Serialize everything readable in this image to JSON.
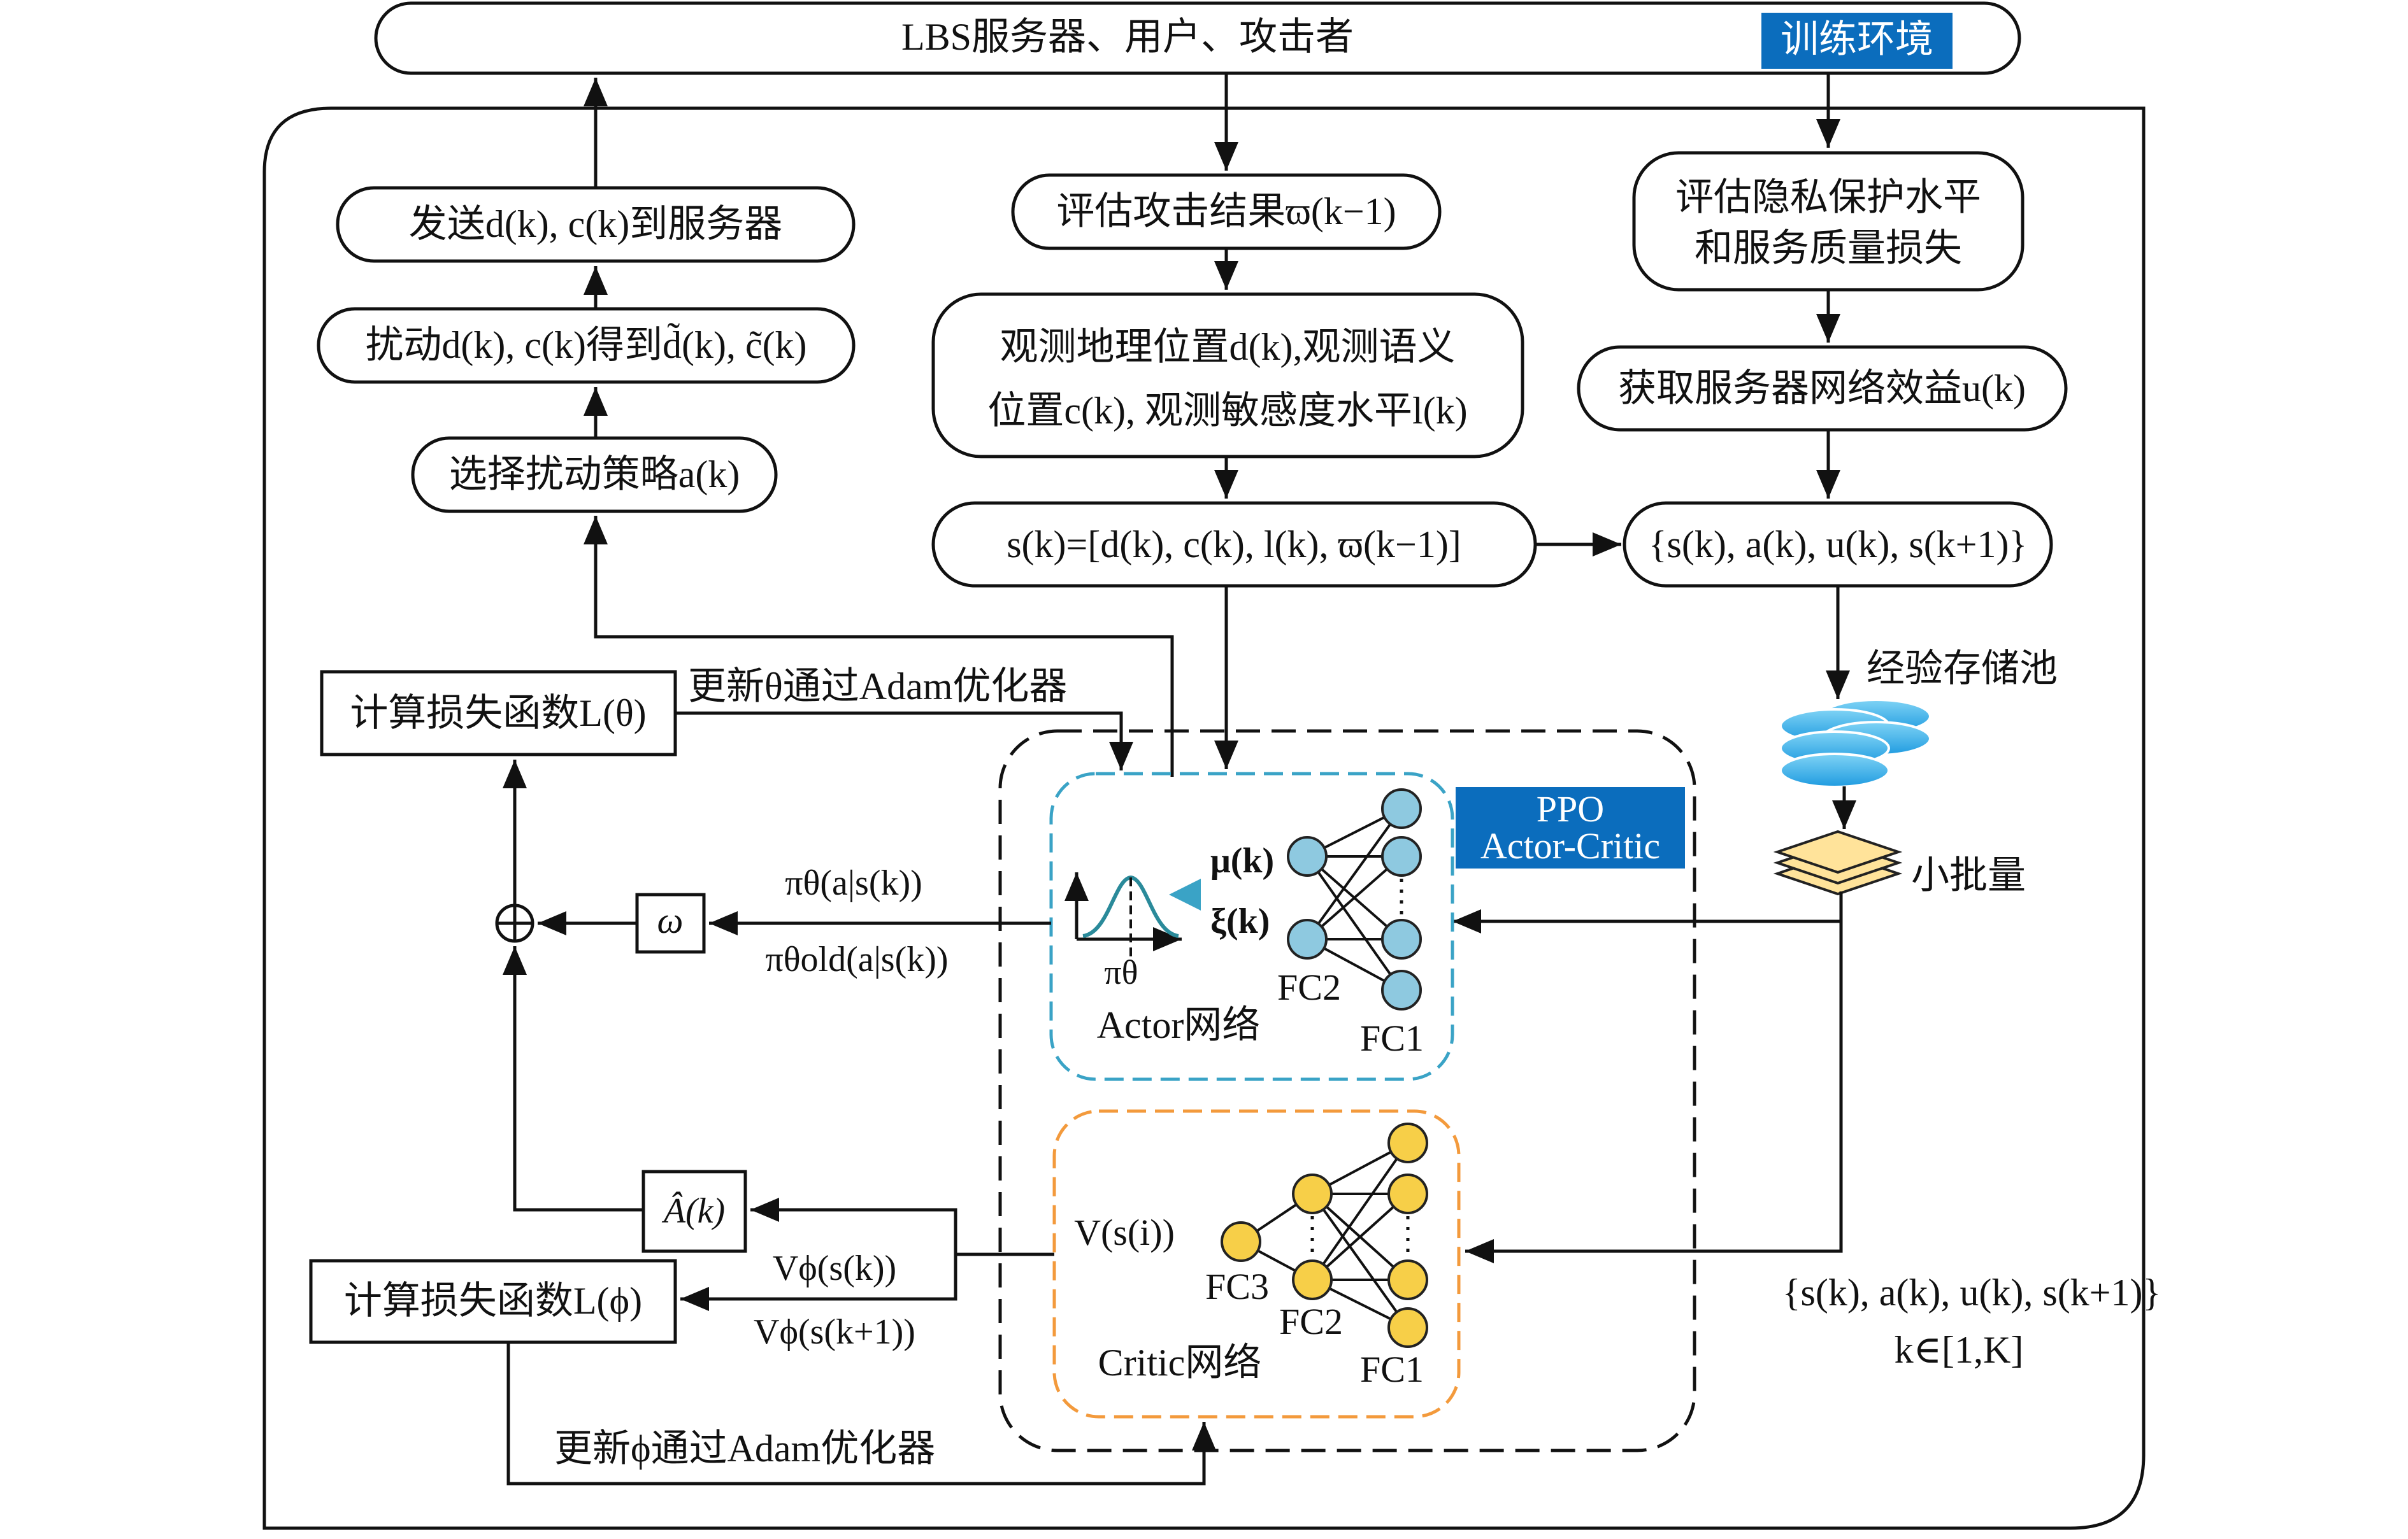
{
  "env": {
    "top_label": "LBS服务器、用户、攻击者",
    "badge": "训练环境",
    "badge_color": "#0b6dbd"
  },
  "left_col": {
    "send": "发送d(k), c(k)到服务器",
    "perturb": "扰动d(k), c(k)得到d̃(k), c̃(k)",
    "select": "选择扰动策略a(k)"
  },
  "mid_col": {
    "evaluate_attack": "评估攻击结果ϖ(k−1)",
    "observe_line1": "观测地理位置d(k),观测语义",
    "observe_line2": "位置c(k), 观测敏感度水平l(k)",
    "state": "s(k)=[d(k), c(k), l(k), ϖ(k−1)]"
  },
  "right_col": {
    "privacy_line1": "评估隐私保护水平",
    "privacy_line2": "和服务质量损失",
    "utility": "获取服务器网络效益u(k)",
    "tuple": "{s(k), a(k), u(k), s(k+1)}",
    "replay": "经验存储池",
    "minibatch": "小批量",
    "tuple_bottom": "{s(k), a(k), u(k), s(k+1)}",
    "k_range": "k∈[1,K]"
  },
  "ppo": {
    "badge_line1": "PPO",
    "badge_line2": "Actor-Critic",
    "badge_color": "#0b6dbd",
    "actor_label": "Actor网络",
    "critic_label": "Critic网络",
    "mu": "μ(k)",
    "xi": "ξ(k)",
    "pi_theta": "πθ",
    "fc1": "FC1",
    "fc2": "FC2",
    "fc3": "FC3",
    "v_s": "V(s(i))",
    "actor_color": "#8ec9e0",
    "critic_color": "#f7cf48",
    "actor_border": "#3aa3c6",
    "critic_border": "#f39a3c"
  },
  "loss": {
    "loss_theta": "计算损失函数L(θ)",
    "loss_phi": "计算损失函数L(ϕ)",
    "update_theta": "更新θ通过Adam优化器",
    "update_phi": "更新ϕ通过Adam优化器",
    "omega": "ω",
    "advantage": "Â(k)",
    "pi_theta_as": "πθ(a|s(k))",
    "pi_old_as": "πθold(a|s(k))",
    "v_phi_s": "Vϕ(s(k))",
    "v_phi_s1": "Vϕ(s(k+1))"
  }
}
